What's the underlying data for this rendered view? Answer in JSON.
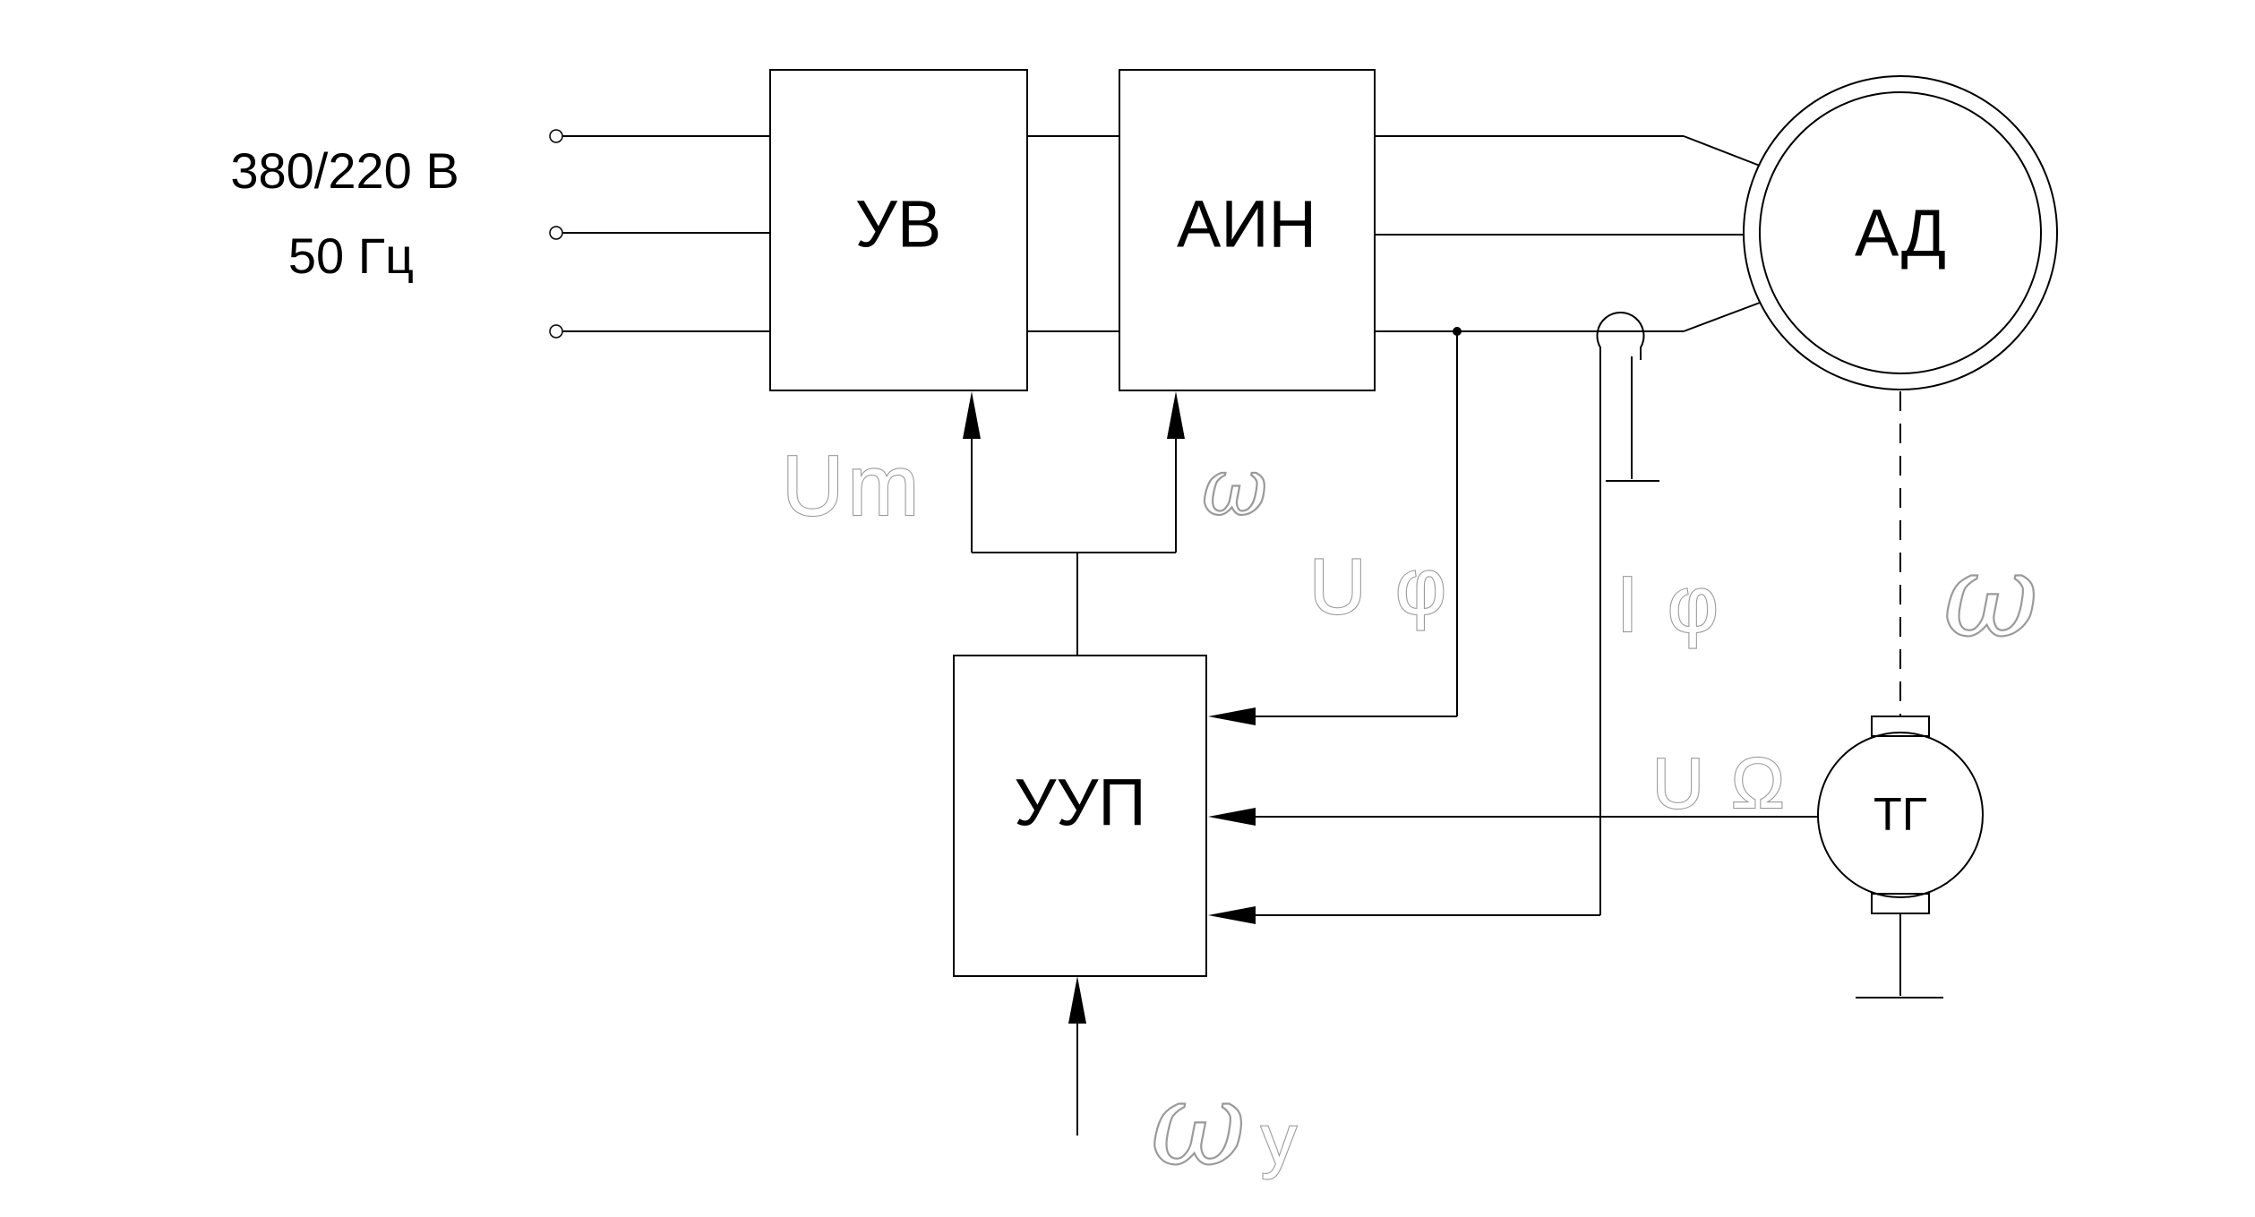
{
  "supply": {
    "voltage": "380/220 В",
    "frequency": "50 Гц"
  },
  "blocks": {
    "uv": "УВ",
    "ain": "АИН",
    "uup": "УУП",
    "ad": "АД",
    "tg": "ТГ"
  },
  "signals": {
    "um": "Um",
    "omega_ain": "ω",
    "u_phi": "U φ",
    "i_phi": "I φ",
    "omega_shaft": "ω",
    "u_omega": "U Ω",
    "omega_y": "ω",
    "omega_y_sub": "у"
  },
  "colors": {
    "line": "#000000",
    "signal_label": "#9a9a9a",
    "background": "#ffffff"
  }
}
